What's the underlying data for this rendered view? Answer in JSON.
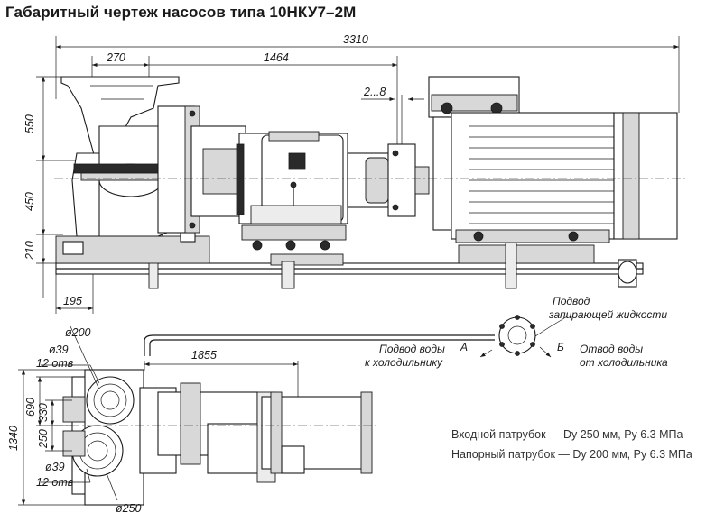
{
  "title": "Габаритный чертеж насосов типа 10НКУ7–2М",
  "dimensions": {
    "total_length": "3310",
    "d270": "270",
    "d1464": "1464",
    "gap": "2...8",
    "h550": "550",
    "h450": "450",
    "h210": "210",
    "d195": "195",
    "dia200": "ø200",
    "dia39_top": "ø39",
    "holes_top": "12 отв",
    "d1855": "1855",
    "h1340": "1340",
    "h690": "690",
    "h330": "330",
    "h250": "250",
    "dia39_bottom": "ø39",
    "holes_bottom": "12 отв",
    "dia250": "ø250"
  },
  "labels": {
    "sealing_line1": "Подвод",
    "sealing_line2": "запирающей жидкости",
    "inlet_line1": "Подвод воды",
    "inlet_line2": "к холодильнику",
    "outlet_line1": "Отвод воды",
    "outlet_line2": "от холодильника",
    "letter_a": "А",
    "letter_b": "Б"
  },
  "specs": {
    "inlet": "Входной патрубок — Dу 250 мм, Pу 6.3 МПа",
    "outlet": "Напорный патрубок — Dу 200 мм, Pу 6.3 МПа"
  }
}
